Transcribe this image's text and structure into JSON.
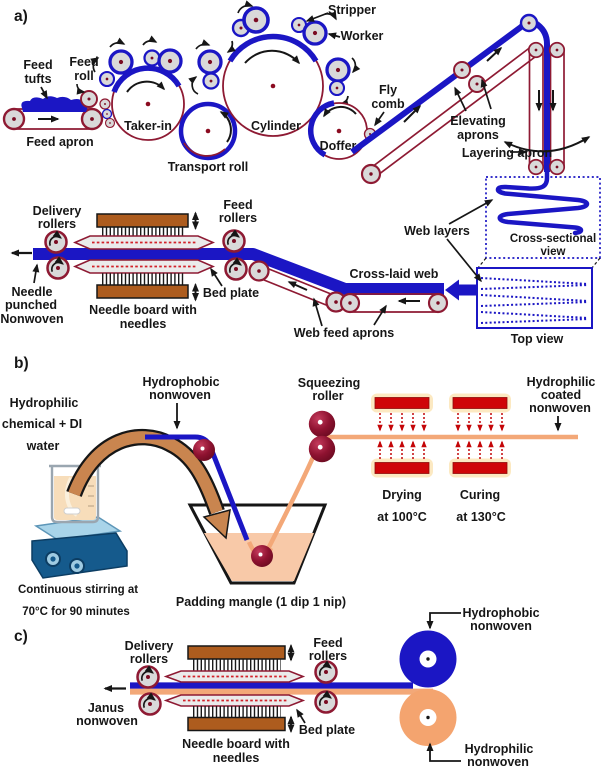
{
  "colors": {
    "web_blue": "#1b16c4",
    "apron_maroon": "#8e1a33",
    "roller_gray": "#d9d9d9",
    "board_brown": "#ad5c1e",
    "web_orange": "#f3a878",
    "roll_orange": "#f4a46f",
    "heater_red": "#cf0508",
    "heater_glow": "#fce9c2",
    "liquid_pink": "#f8c9a8",
    "hotplate_blue": "#155a8c",
    "pour_tan": "#c9854f"
  },
  "a": {
    "panel_label": "a)",
    "feed_tufts": [
      "Feed",
      "tufts"
    ],
    "feed_roll": [
      "Feed",
      "roll"
    ],
    "feed_apron": "Feed apron",
    "taker_in": "Taker-in",
    "transport_roll": "Transport roll",
    "cylinder": "Cylinder",
    "stripper": "Stripper",
    "worker": "Worker",
    "doffer": "Doffer",
    "fly_comb": [
      "Fly",
      "comb"
    ],
    "elevating_aprons": [
      "Elevating",
      "aprons"
    ],
    "layering_apron": "Layering apron",
    "web_layers": "Web layers",
    "cross_sectional_view": [
      "Cross-sectional",
      "view"
    ],
    "top_view": "Top view",
    "cross_laid_web": "Cross-laid web",
    "web_feed_aprons": "Web feed aprons",
    "delivery_rollers": [
      "Delivery",
      "rollers"
    ],
    "feed_rollers": [
      "Feed",
      "rollers"
    ],
    "needle_punched_nonwoven": [
      "Needle",
      "punched",
      "Nonwoven"
    ],
    "needle_board": [
      "Needle board with",
      "needles"
    ],
    "bed_plate": "Bed plate"
  },
  "b": {
    "panel_label": "b)",
    "hydrophilic_chemical": [
      "Hydrophilic",
      "chemical + DI",
      "water"
    ],
    "hydrophobic_nonwoven": [
      "Hydrophobic",
      "nonwoven"
    ],
    "squeezing_roller": [
      "Squeezing",
      "roller"
    ],
    "hydrophilic_coated": [
      "Hydrophilic",
      "coated",
      "nonwoven"
    ],
    "drying": [
      "Drying",
      "at 100°C"
    ],
    "curing": [
      "Curing",
      "at 130°C"
    ],
    "stirring": [
      "Continuous stirring at",
      "70°C for 90 minutes"
    ],
    "padding_mangle": "Padding mangle (1 dip 1 nip)"
  },
  "c": {
    "panel_label": "c)",
    "delivery_rollers": [
      "Delivery",
      "rollers"
    ],
    "janus_nonwoven": [
      "Janus",
      "nonwoven"
    ],
    "feed_rollers": [
      "Feed",
      "rollers"
    ],
    "needle_board": [
      "Needle board with",
      "needles"
    ],
    "bed_plate": "Bed plate",
    "hydrophobic_nonwoven": [
      "Hydrophobic",
      "nonwoven"
    ],
    "hydrophilic_nonwoven": [
      "Hydrophilic",
      "nonwoven"
    ]
  }
}
